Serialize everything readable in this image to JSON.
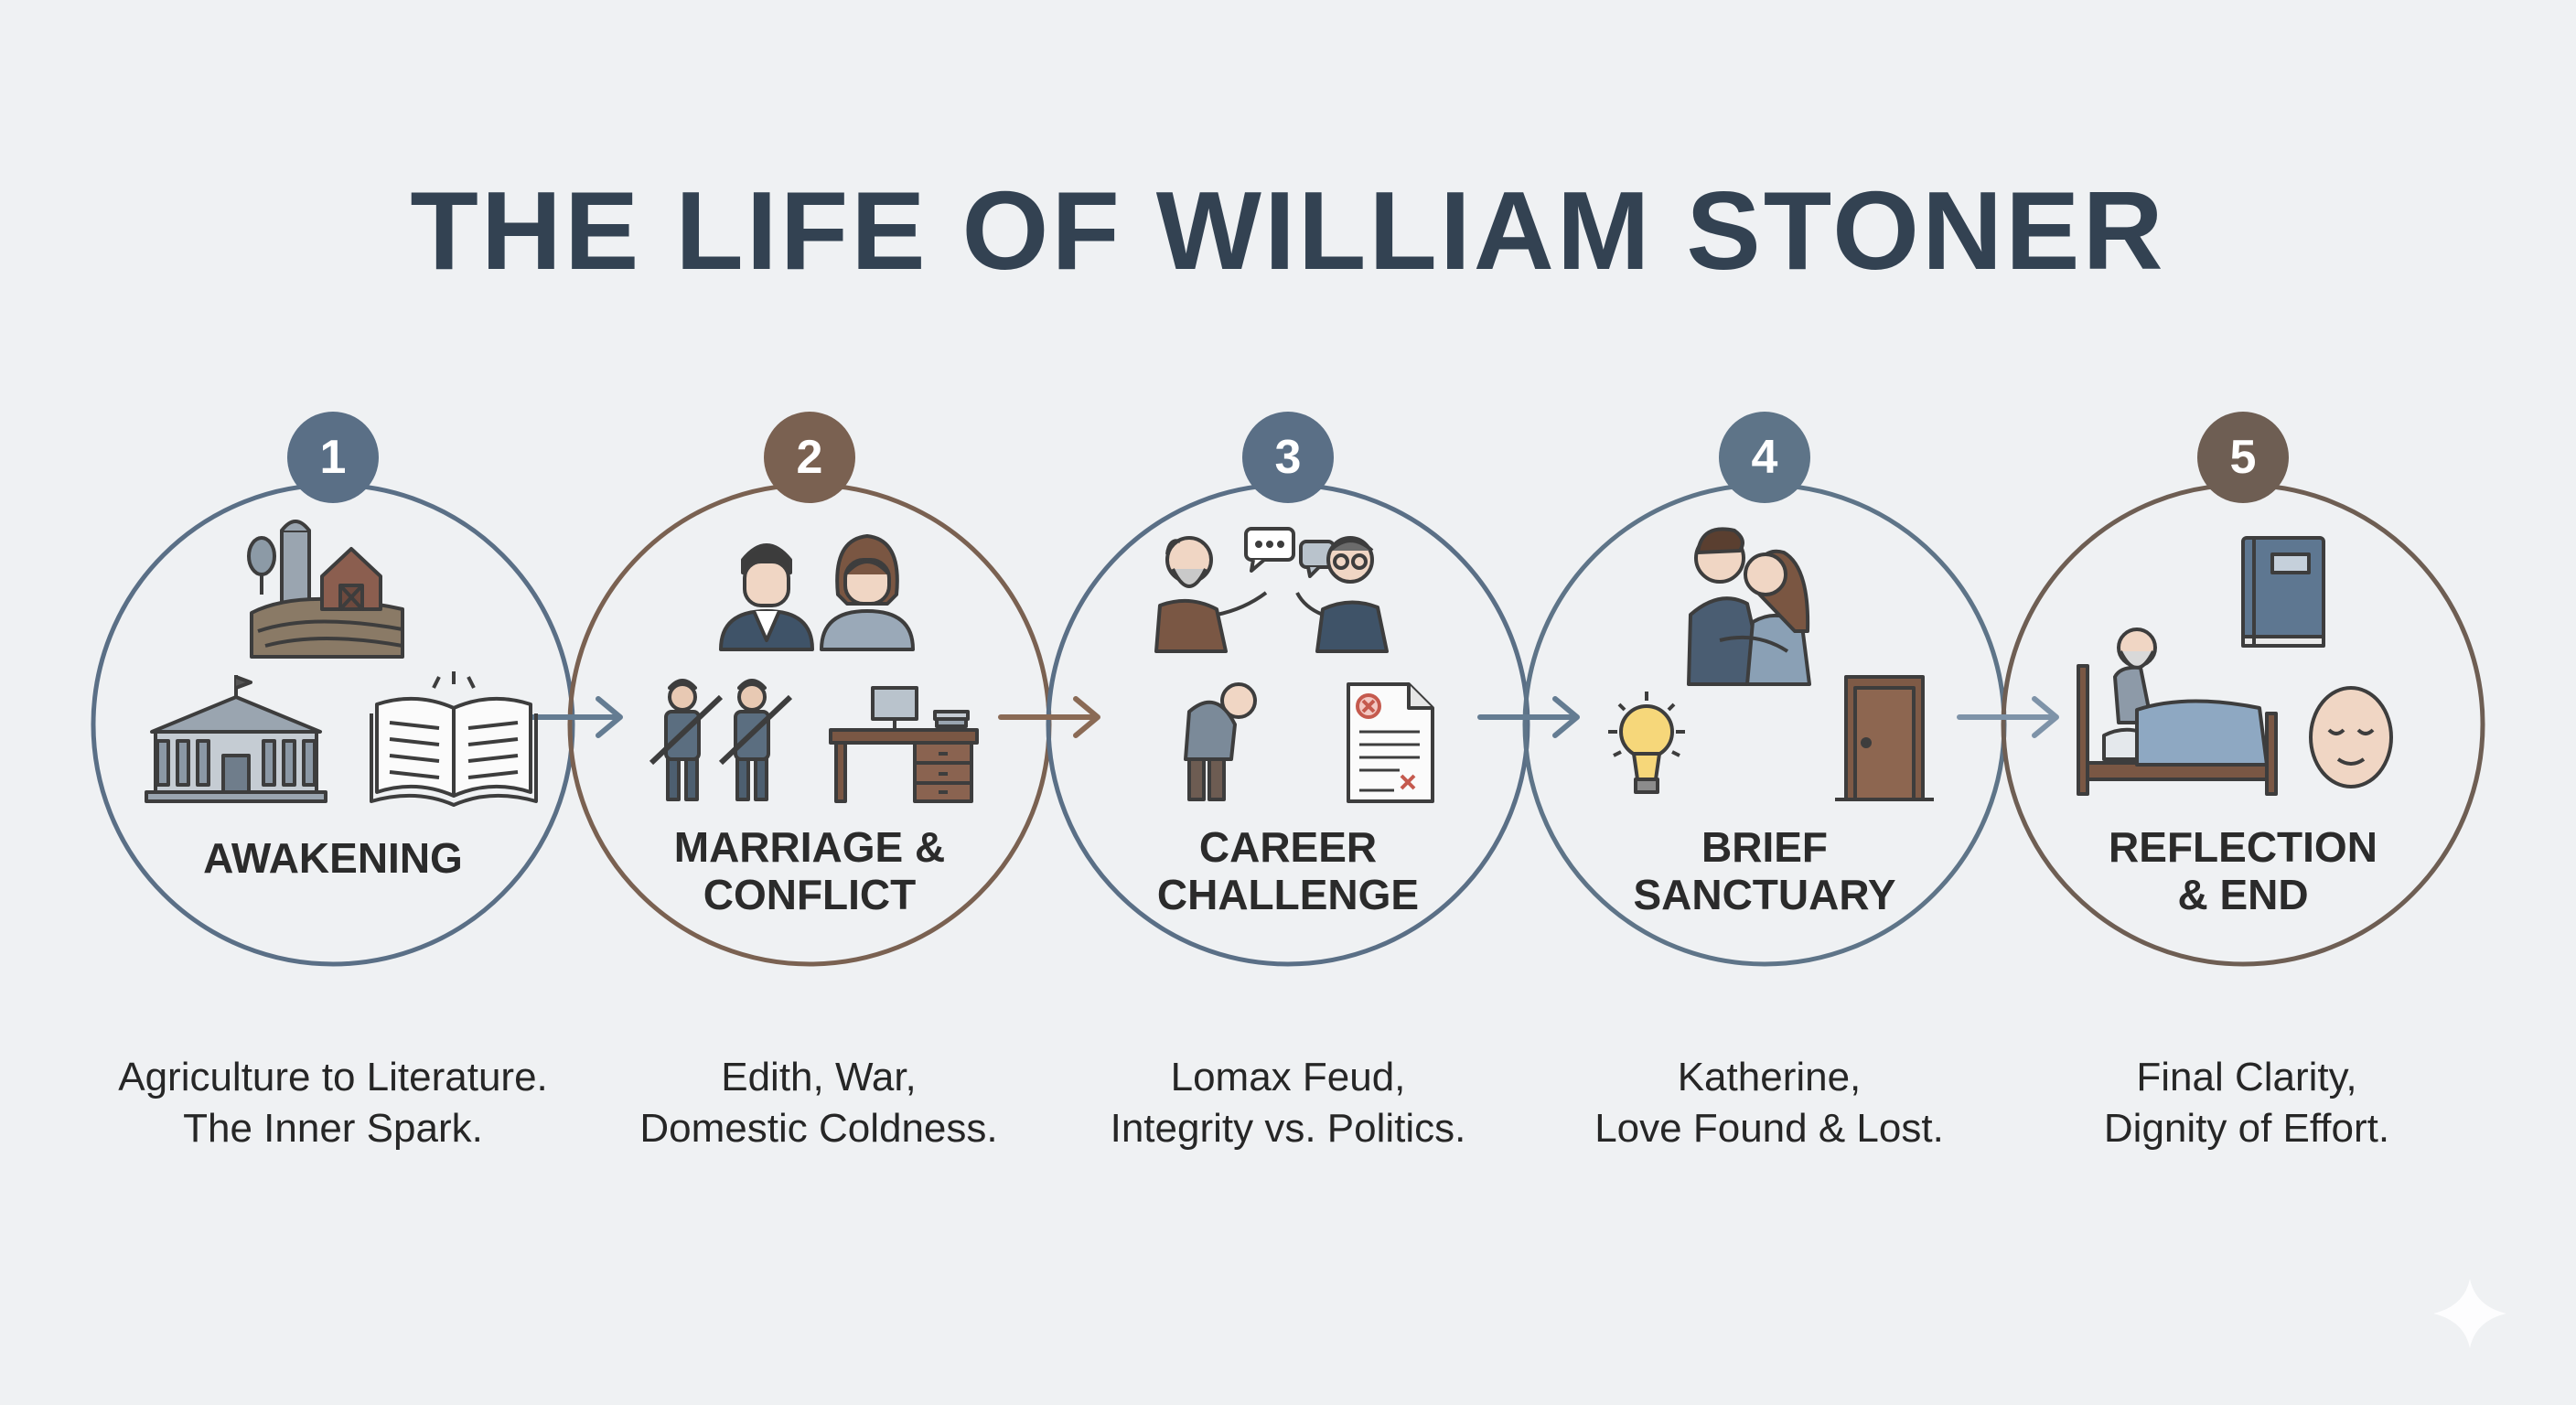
{
  "title": "THE LIFE OF WILLIAM STONER",
  "stages": [
    {
      "number": "1",
      "title": "AWAKENING",
      "description": [
        "Agriculture to Literature.",
        "The Inner Spark."
      ],
      "color": "#5a6f86",
      "icons": [
        "farm-icon",
        "university-building-icon",
        "open-book-icon"
      ]
    },
    {
      "number": "2",
      "title": "MARRIAGE &\nCONFLICT",
      "description": [
        "Edith, War,",
        "Domestic Coldness."
      ],
      "color": "#7a6151",
      "icons": [
        "couple-portrait-icon",
        "soldiers-icon",
        "office-desk-icon"
      ]
    },
    {
      "number": "3",
      "title": "CAREER\nCHALLENGE",
      "description": [
        "Lomax Feud,",
        "Integrity vs. Politics."
      ],
      "color": "#5a6f86",
      "icons": [
        "professors-arguing-icon",
        "stooped-man-icon",
        "rejected-document-icon"
      ]
    },
    {
      "number": "4",
      "title": "BRIEF\nSANCTUARY",
      "description": [
        "Katherine,",
        "Love Found & Lost."
      ],
      "color": "#5e7488",
      "icons": [
        "embracing-couple-icon",
        "lightbulb-icon",
        "door-icon"
      ]
    },
    {
      "number": "5",
      "title": "REFLECTION\n& END",
      "description": [
        "Final Clarity,",
        "Dignity of Effort."
      ],
      "color": "#6e5e53",
      "icons": [
        "closed-book-icon",
        "man-in-bed-icon",
        "peaceful-face-icon"
      ]
    }
  ]
}
